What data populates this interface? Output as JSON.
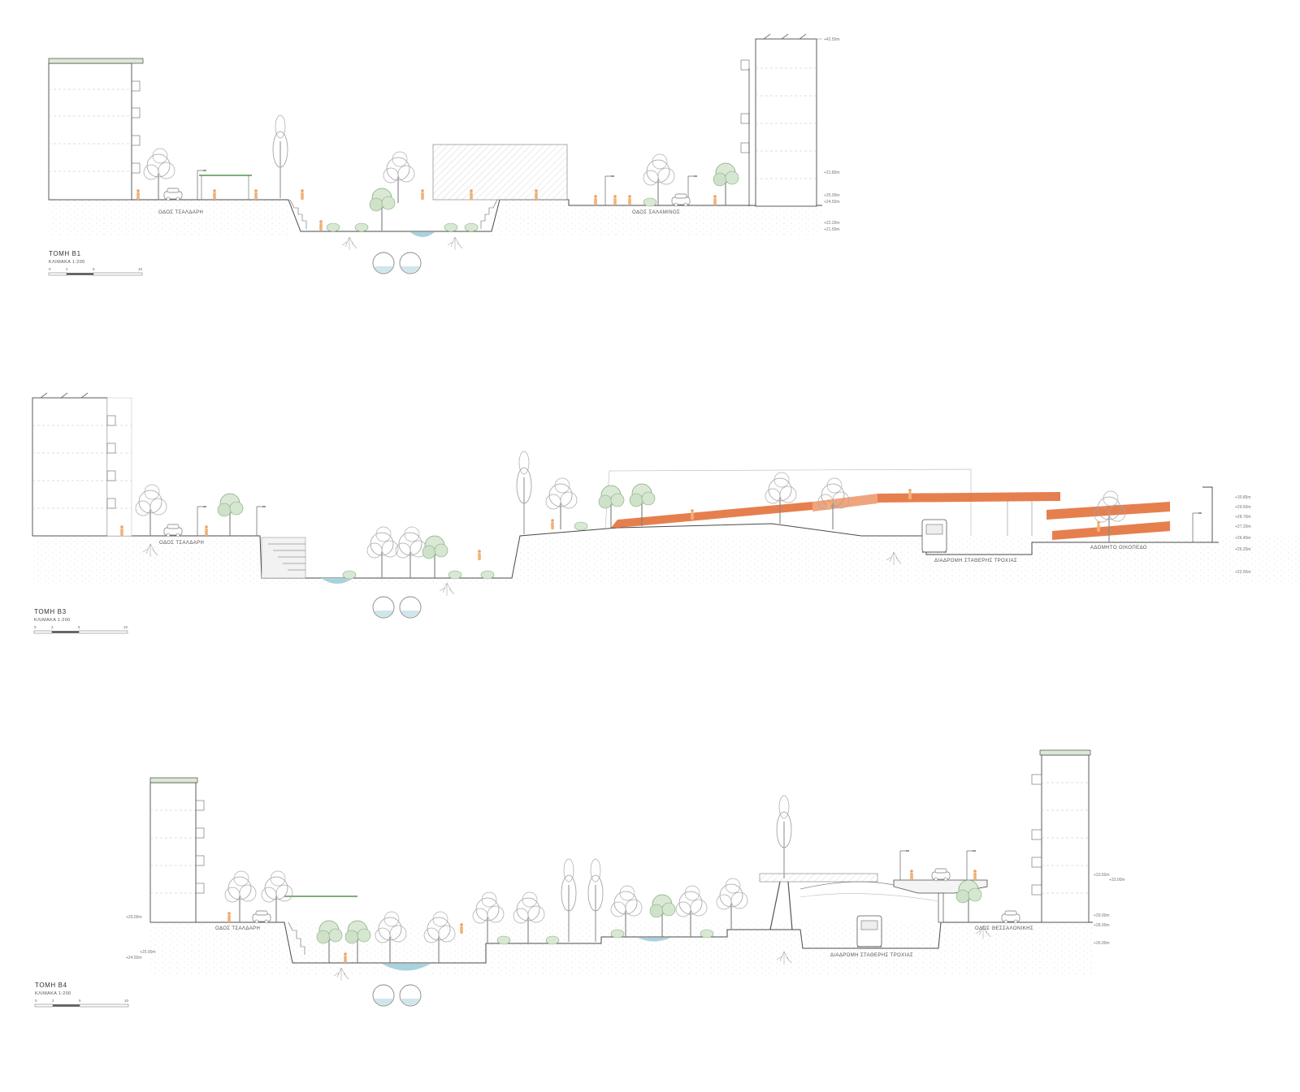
{
  "colors": {
    "line": "#4a4a4a",
    "ground": "#bdbdbd",
    "tree": "#9a9a9a",
    "green": "#7fae7a",
    "orange": "#e2682f",
    "water": "#a8d3de",
    "people": "#e9a060"
  },
  "sections": [
    {
      "title": "ΤΟΜΗ  Β1",
      "scale_label": "ΚΛΙΜΑΚΑ 1:200",
      "scale_ticks": [
        "0",
        "2",
        "5",
        "10"
      ],
      "streets": [
        "ΟΔΟΣ ΤΣΑΛΔΑΡΗ",
        "ΟΔΟΣ ΣΑΛΑΜΙΝΟΣ"
      ],
      "levels": [
        "+42.50m",
        "+31.80m",
        "+25.00m",
        "+24.50m",
        "+22.20m",
        "+21.50m"
      ]
    },
    {
      "title": "ΤΟΜΗ  Β3",
      "scale_label": "ΚΛΙΜΑΚΑ 1:200",
      "scale_ticks": [
        "0",
        "2",
        "5",
        "10"
      ],
      "streets": [
        "ΟΔΟΣ ΤΣΑΛΔΑΡΗ",
        "ΔΙΑΔΡΟΜΗ ΣΤΑΘΕΡΗΣ ΤΡΟΧΙΑΣ",
        "ΑΔΟΜΗΤΟ ΟΙΚΟΠΕΔΟ"
      ],
      "levels": [
        "+30.85m",
        "+29.50m",
        "+28.70m",
        "+27.20m",
        "+26.40m",
        "+25.20m",
        "+22.50m"
      ]
    },
    {
      "title": "ΤΟΜΗ  Β4",
      "scale_label": "ΚΛΙΜΑΚΑ 1:200",
      "scale_ticks": [
        "0",
        "2",
        "5",
        "10"
      ],
      "streets": [
        "ΟΔΟΣ ΤΣΑΛΔΑΡΗ",
        "ΔΙΑΔΡΟΜΗ ΣΤΑΘΕΡΗΣ ΤΡΟΧΙΑΣ",
        "ΟΔΟΣ ΘΕΣΣΑΛΟΝΙΚΗΣ"
      ],
      "levels_left": [
        "+29.00m",
        "+25.00m",
        "+24.50m"
      ],
      "levels_right": [
        "+33.50m",
        "+33.00m",
        "+29.00m",
        "+28.00m",
        "+26.00m"
      ]
    }
  ]
}
